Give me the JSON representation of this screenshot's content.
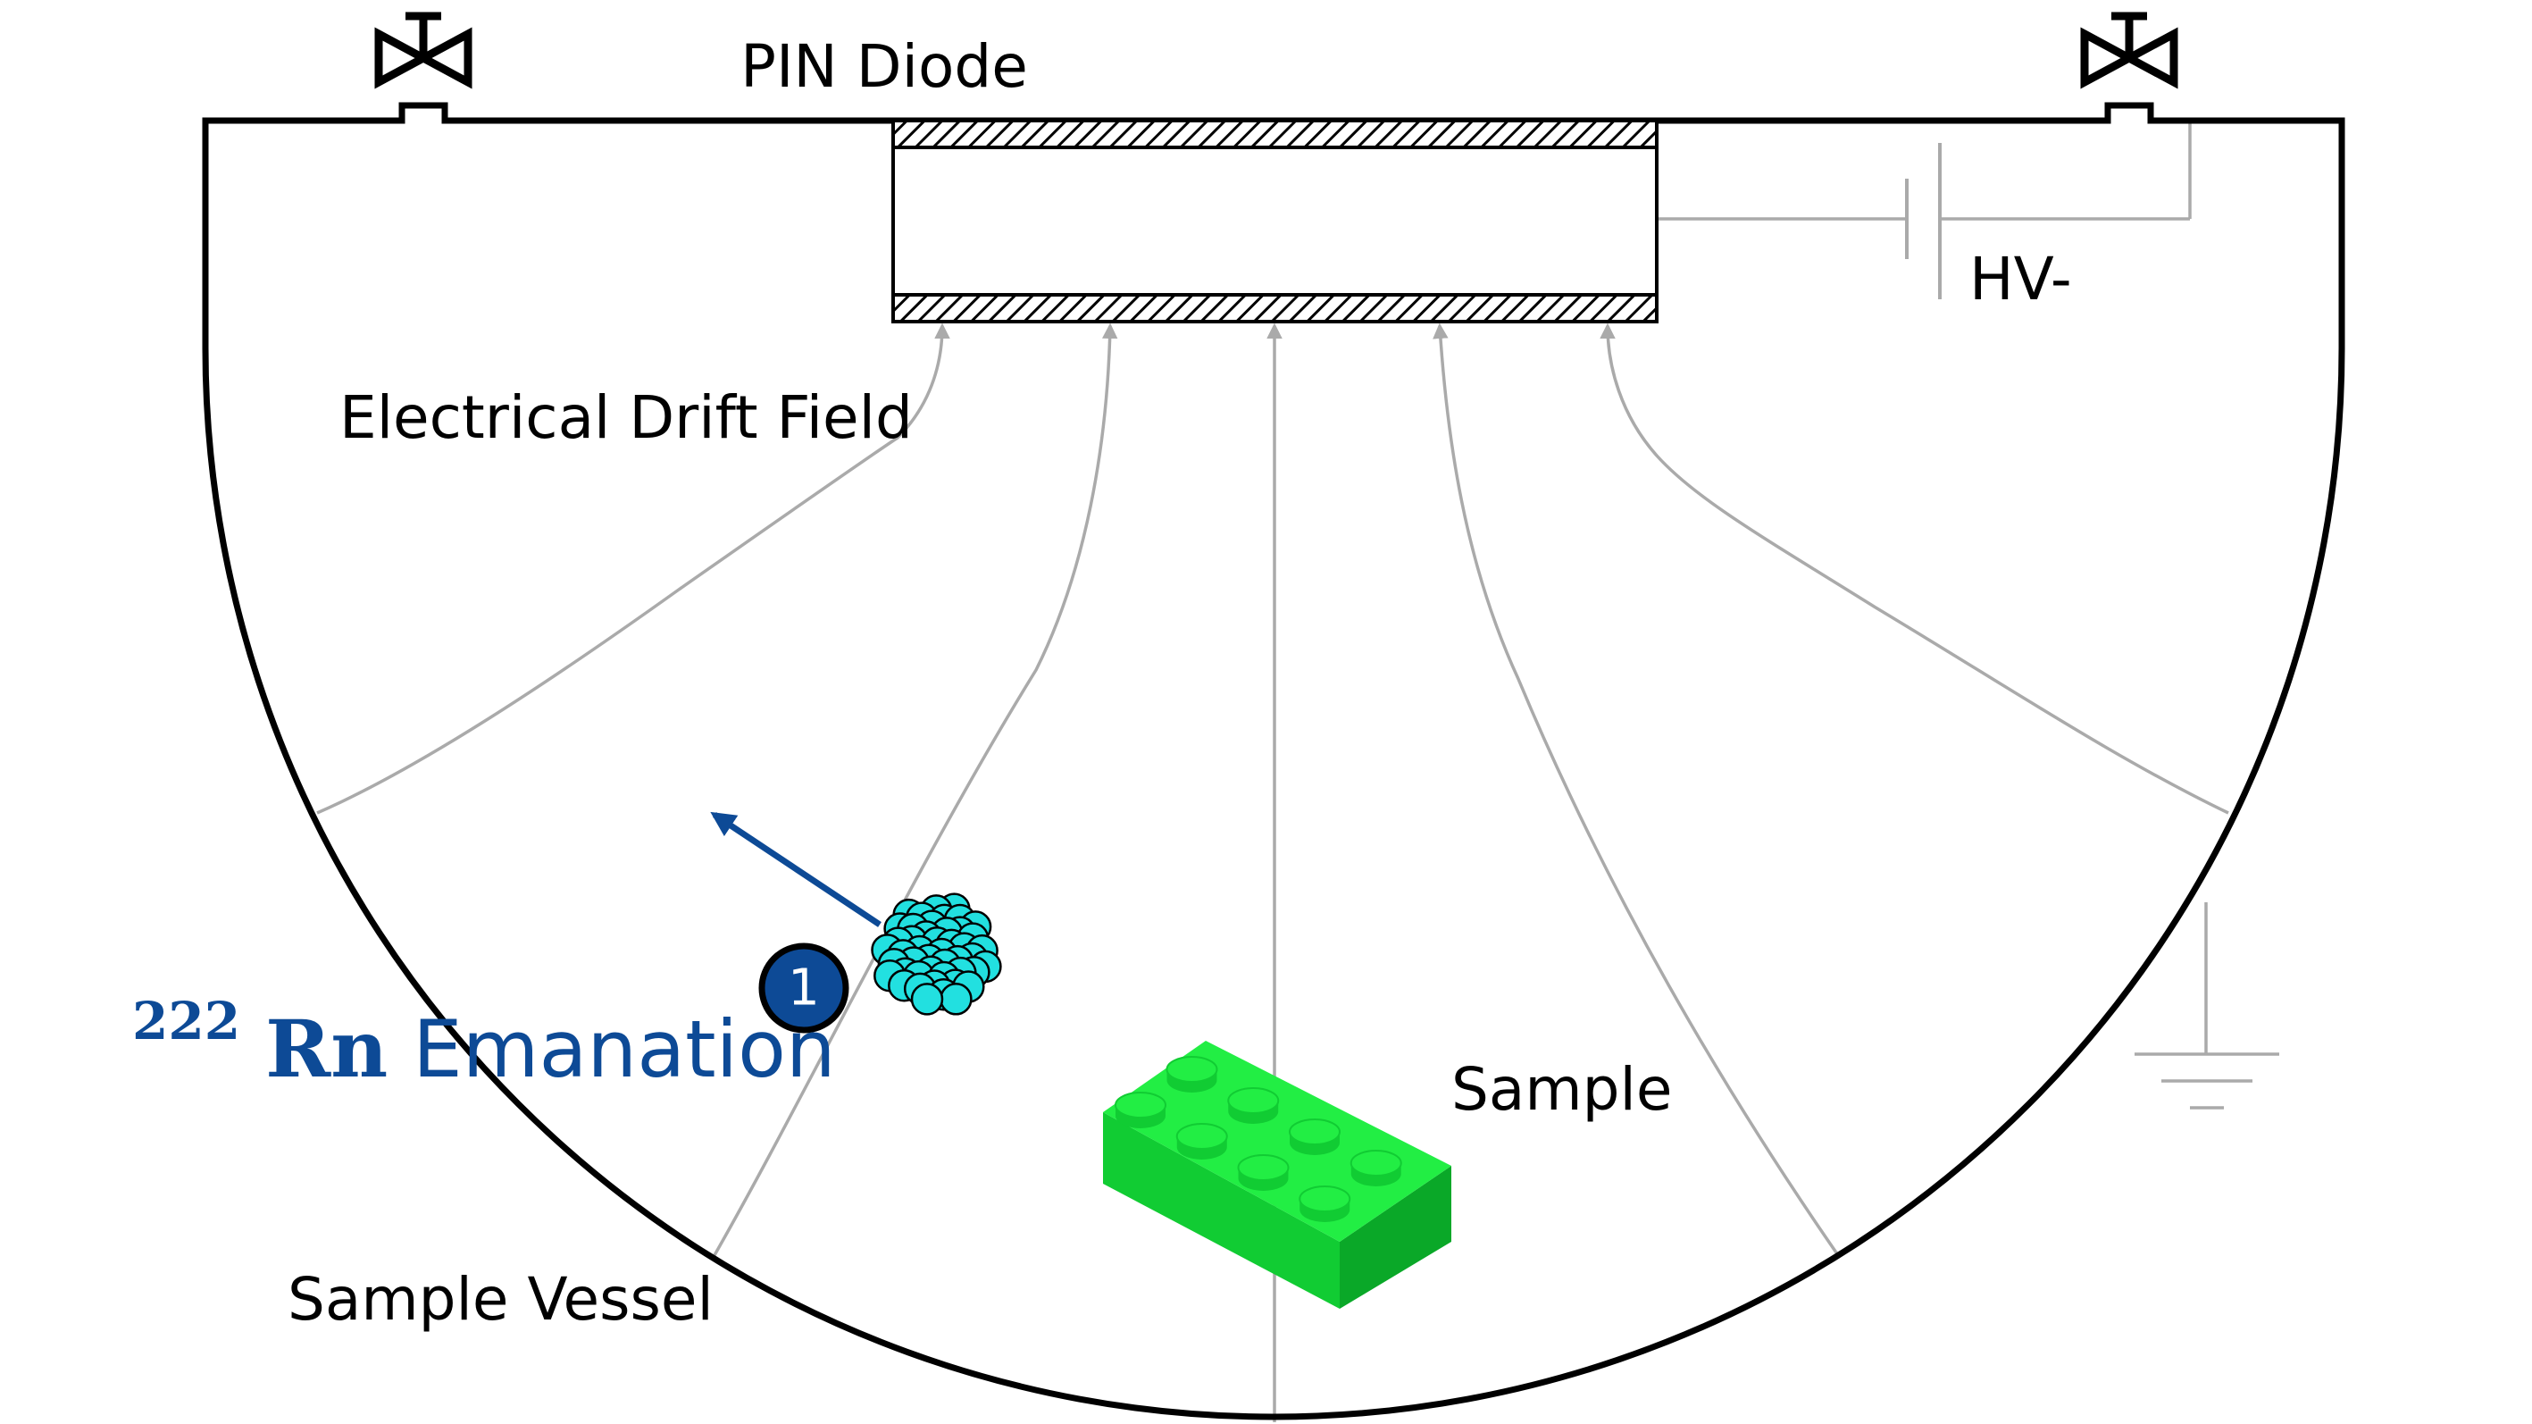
{
  "labels": {
    "pin_diode": "PIN Diode",
    "hv": "HV-",
    "drift_field": "Electrical Drift Field",
    "emanation_mass": "222",
    "emanation_element": "Rn",
    "emanation_text": " Emanation",
    "sample": "Sample",
    "vessel": "Sample Vessel",
    "step_marker": "1"
  },
  "colors": {
    "vessel_outline": "#000000",
    "field_lines": "#aaaaaa",
    "emanation_blue": "#0d4a96",
    "nucleus_cyan": "#22e0e0",
    "brick_green_top": "#22ee44",
    "brick_green_front": "#11cc33",
    "brick_green_side": "#0aa828"
  },
  "icons": {
    "valve_left": "valve-icon",
    "valve_right": "valve-icon",
    "battery": "battery-icon",
    "ground": "ground-icon",
    "nucleus": "radon-nucleus-icon",
    "brick": "lego-brick-icon"
  }
}
